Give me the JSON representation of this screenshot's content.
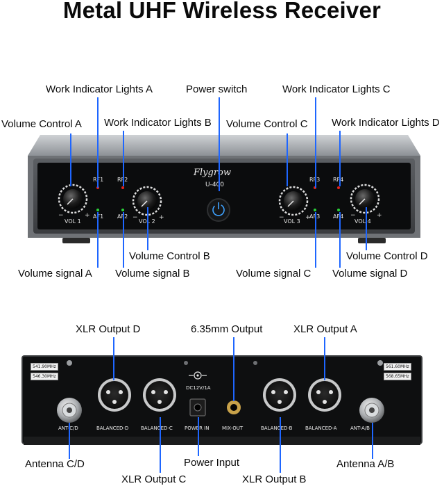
{
  "title": "Metal UHF Wireless Receiver",
  "front": {
    "brand": "Flygrow",
    "model": "U-400",
    "face_labels": {
      "rf1": "RF1",
      "rf2": "RF2",
      "rf3": "RF3",
      "rf4": "RF4",
      "af1": "AF1",
      "af2": "AF2",
      "af3": "AF3",
      "af4": "AF4",
      "vol1": "VOL 1",
      "vol2": "VOL 2",
      "vol3": "VOL 3",
      "vol4": "VOL 4"
    },
    "callouts": {
      "work_a": "Work Indicator Lights A",
      "power_switch": "Power switch",
      "work_c": "Work Indicator Lights C",
      "volume_a": "Volume Control A",
      "work_b": "Work Indicator Lights B",
      "volume_c": "Volume Control C",
      "work_d": "Work Indicator Lights D",
      "volume_b": "Volume Control  B",
      "volume_d": "Volume Control  D",
      "signal_a": "Volume signal A",
      "signal_b": "Volume signal B",
      "signal_c": "Volume signal C",
      "signal_d": "Volume signal D"
    }
  },
  "back": {
    "freqs": {
      "f1": "541.90MHz",
      "f2": "546.30MHz",
      "f3": "561.60MHz",
      "f4": "568.65MHz"
    },
    "panel_labels": {
      "ant_cd": "ANT-C/D",
      "balanced_d": "BALANCED-D",
      "balanced_c": "BALANCED-C",
      "power_in": "POWER IN",
      "dc": "DC12V/1A",
      "mix_out": "MIX-OUT",
      "balanced_b": "BALANCED-B",
      "balanced_a": "BALANCED-A",
      "ant_ab": "ANT-A/B"
    },
    "callouts": {
      "xlr_d": "XLR Output D",
      "output_635": "6.35mm Output",
      "xlr_a": "XLR Output A",
      "antenna_cd": "Antenna C/D",
      "power_input": "Power Input",
      "antenna_ab": "Antenna A/B",
      "xlr_c": "XLR Output C",
      "xlr_b": "XLR Output B"
    }
  },
  "colors": {
    "callout_line": "#1e66ff",
    "led_red": "#e0221b",
    "led_green": "#2bd13a"
  }
}
